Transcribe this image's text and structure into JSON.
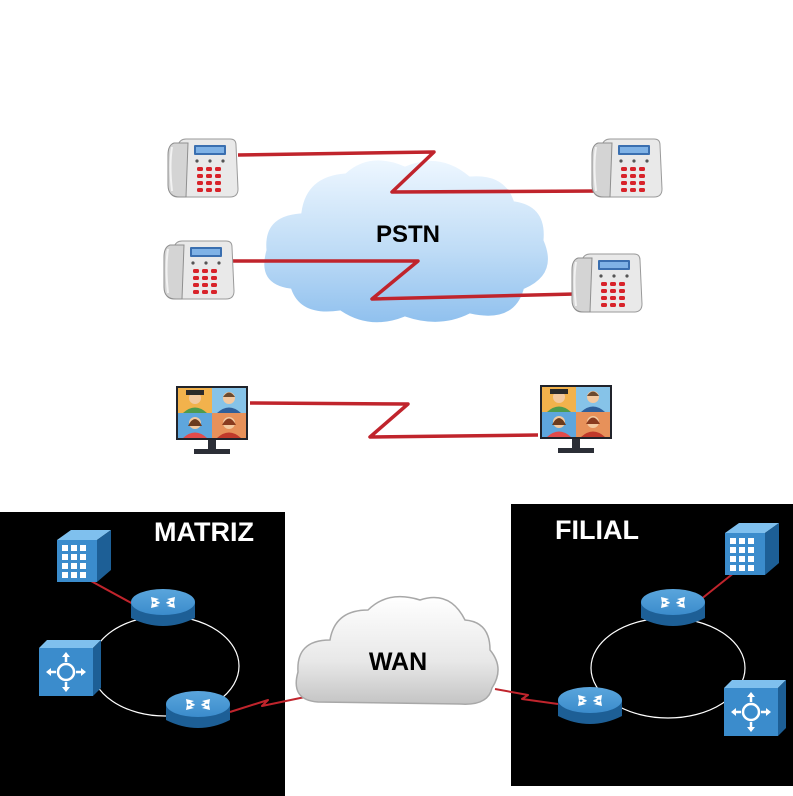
{
  "labels": {
    "pstn": "PSTN",
    "wan": "WAN",
    "matriz": "MATRIZ",
    "filial": "FILIAL"
  },
  "icons": {
    "phone": "desk-phone-icon",
    "video": "video-conference-monitor-icon",
    "router": "router-icon",
    "switch": "layer3-switch-icon",
    "server": "server-building-icon",
    "cloud": "cloud-icon"
  },
  "colors": {
    "link": "#c0242c",
    "site_background": "#000000",
    "network_device": "#2a7fbf",
    "cloud_pstn": "#b9d9f5",
    "cloud_wan": "#e6e6e6"
  }
}
